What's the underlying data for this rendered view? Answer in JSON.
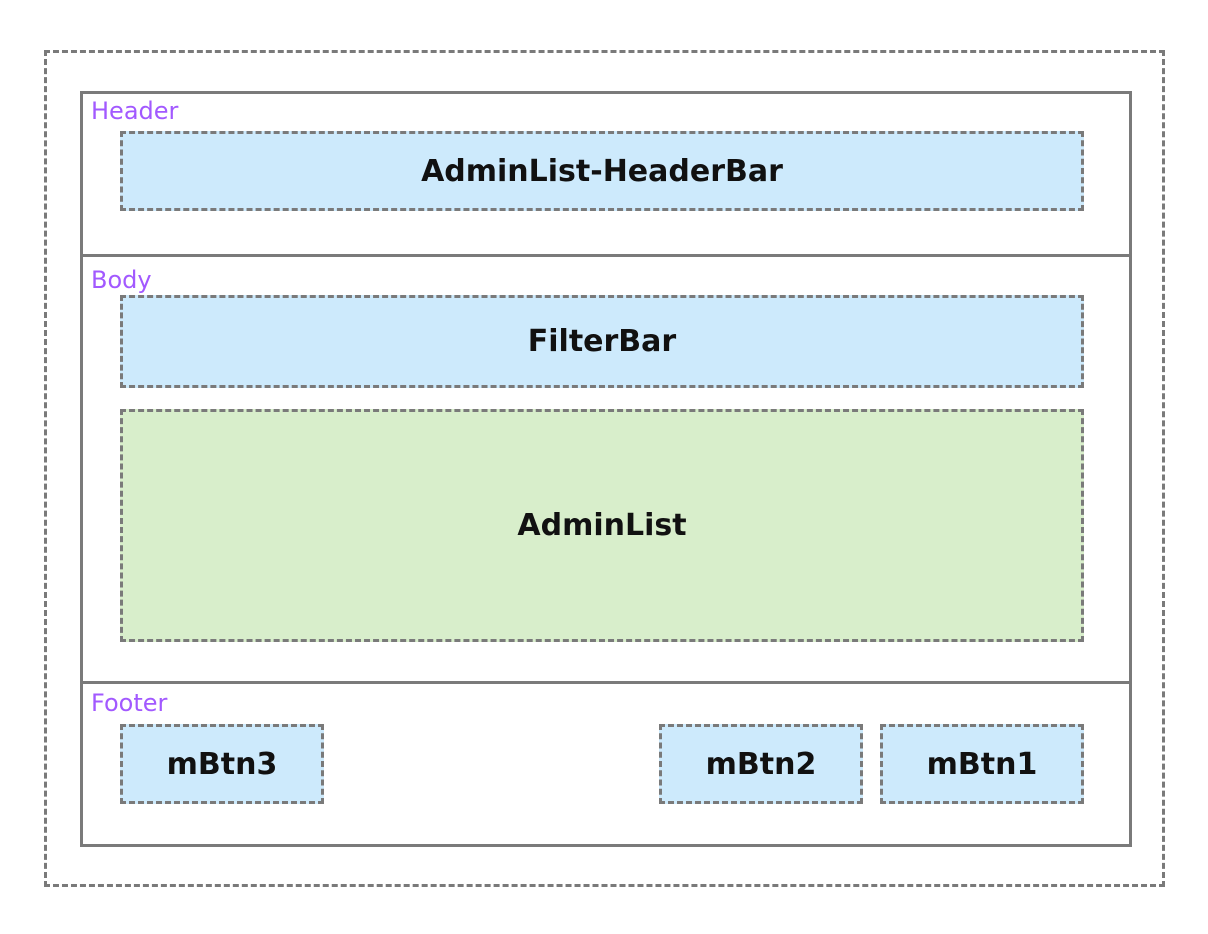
{
  "colors": {
    "section_label": "#a259ff",
    "component_blue": "#cdeafc",
    "component_green": "#d8eecb",
    "border": "#7a7a7a"
  },
  "header": {
    "label": "Header",
    "header_bar": "AdminList-HeaderBar"
  },
  "body": {
    "label": "Body",
    "filter_bar": "FilterBar",
    "admin_list": "AdminList"
  },
  "footer": {
    "label": "Footer",
    "buttons": [
      "mBtn3",
      "mBtn2",
      "mBtn1"
    ]
  }
}
